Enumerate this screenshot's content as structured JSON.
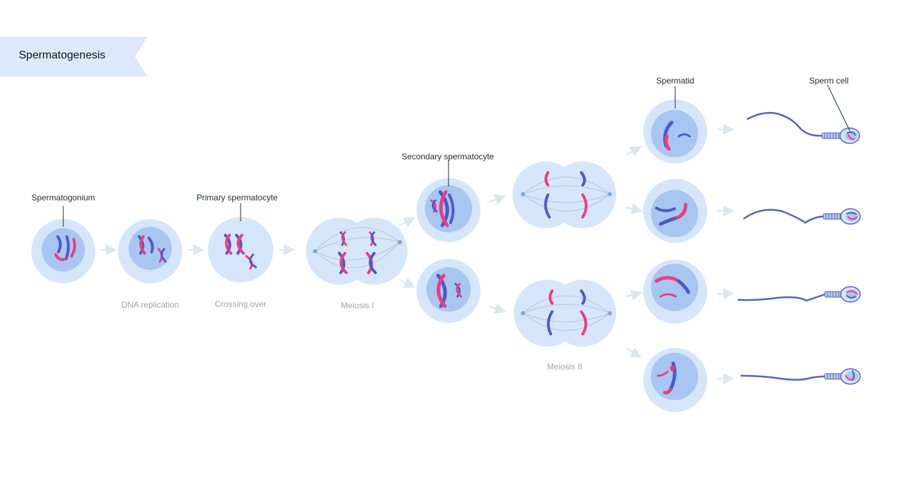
{
  "title": "Spermatogenesis",
  "labels": {
    "spermatogonium": "Spermatogonium",
    "primary_spermatocyte": "Primary spermatocyte",
    "secondary_spermatocyte": "Secondary spermatocyte",
    "spermatid": "Spermatid",
    "sperm_cell": "Sperm cell"
  },
  "stages": {
    "dna_replication": "DNA replication",
    "crossing_over": "Crossing over",
    "meiosis_1": "Meiosis I",
    "meiosis_2": "Meiosis II"
  },
  "colors": {
    "banner": "#dde8fb",
    "cell_outer": "#d6e6fa",
    "nucleus": "#a7c7f2",
    "arrow": "#dbe6ee",
    "chromosome_blue": "#4e59c8",
    "chromosome_pink": "#ee3d7e",
    "spindle": "#aebfd0",
    "tail": "#5560cc"
  }
}
